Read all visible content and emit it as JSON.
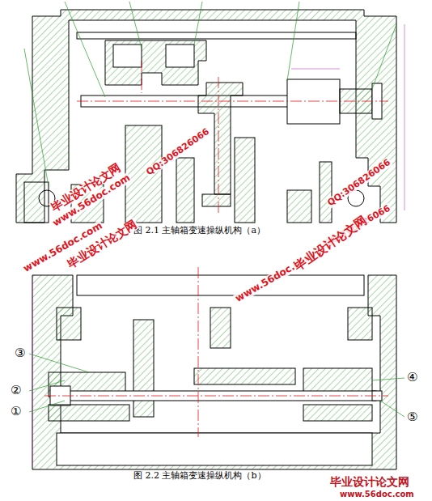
{
  "diagram": {
    "labels": [
      "图 2.1 主轴箱变速操纵机构（a）",
      "图 2.2 主轴箱变速操纵机构（b）",
      "①",
      "②",
      "③",
      "④",
      "⑤",
      "毕业设计论文网",
      "www.56doc.com",
      "QQ:306826066",
      "QQ:306826066",
      "www.56doc.com",
      "毕业设计论文网",
      "QQ:306826066",
      "www.56doc.com",
      "毕业设计论文网",
      "毕业设计论文网",
      "www.56doc.com"
    ]
  }
}
